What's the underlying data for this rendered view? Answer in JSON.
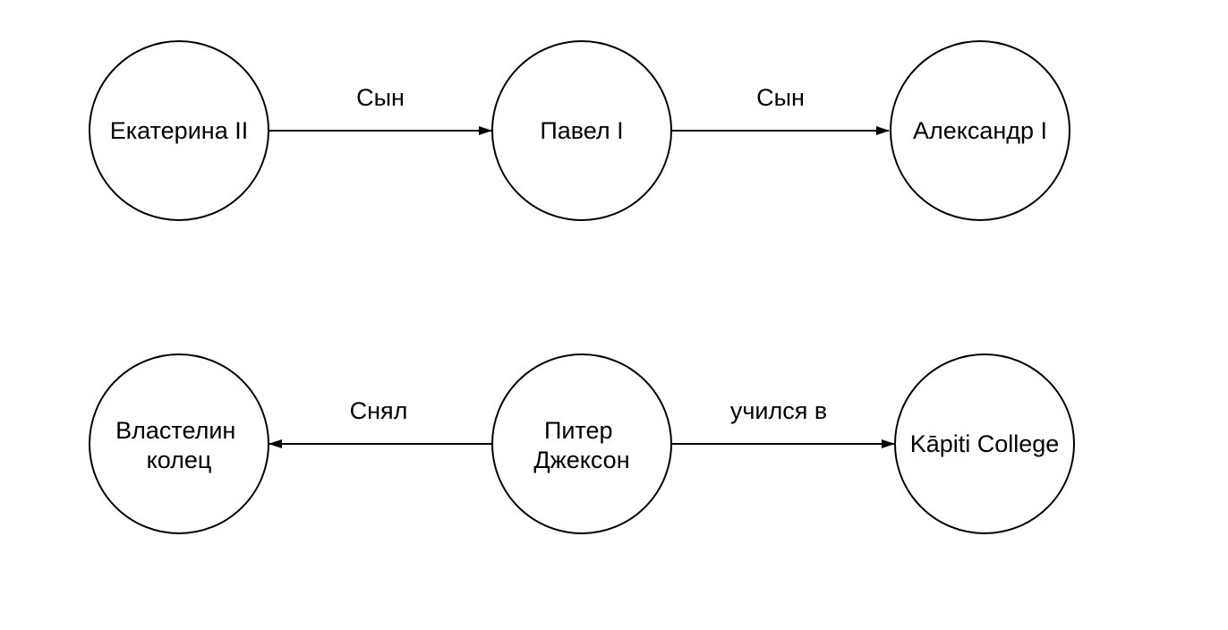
{
  "diagram": {
    "background_color": "#ffffff",
    "node_fill_color": "#ffffff",
    "stroke_color": "#000000",
    "nodes": [
      {
        "id": "ekaterina-ii",
        "lines": [
          "Екатерина II"
        ]
      },
      {
        "id": "pavel-i",
        "lines": [
          "Павел I"
        ]
      },
      {
        "id": "aleksandr-i",
        "lines": [
          "Александр I"
        ]
      },
      {
        "id": "vlastelin-kolets",
        "lines": [
          "Властелин",
          "колец"
        ]
      },
      {
        "id": "piter-dzhekson",
        "lines": [
          "Питер",
          "Джексон"
        ]
      },
      {
        "id": "kapiti-college",
        "lines": [
          "Kāpiti College"
        ]
      }
    ],
    "edges": [
      {
        "label": "Сын",
        "from": "Екатерина II",
        "to": "Павел I"
      },
      {
        "label": "Сын",
        "from": "Павел I",
        "to": "Александр I"
      },
      {
        "label": "Снял",
        "from": "Питер Джексон",
        "to": "Властелин колец"
      },
      {
        "label": "учился в",
        "from": "Питер Джексон",
        "to": "Kāpiti College"
      }
    ]
  }
}
